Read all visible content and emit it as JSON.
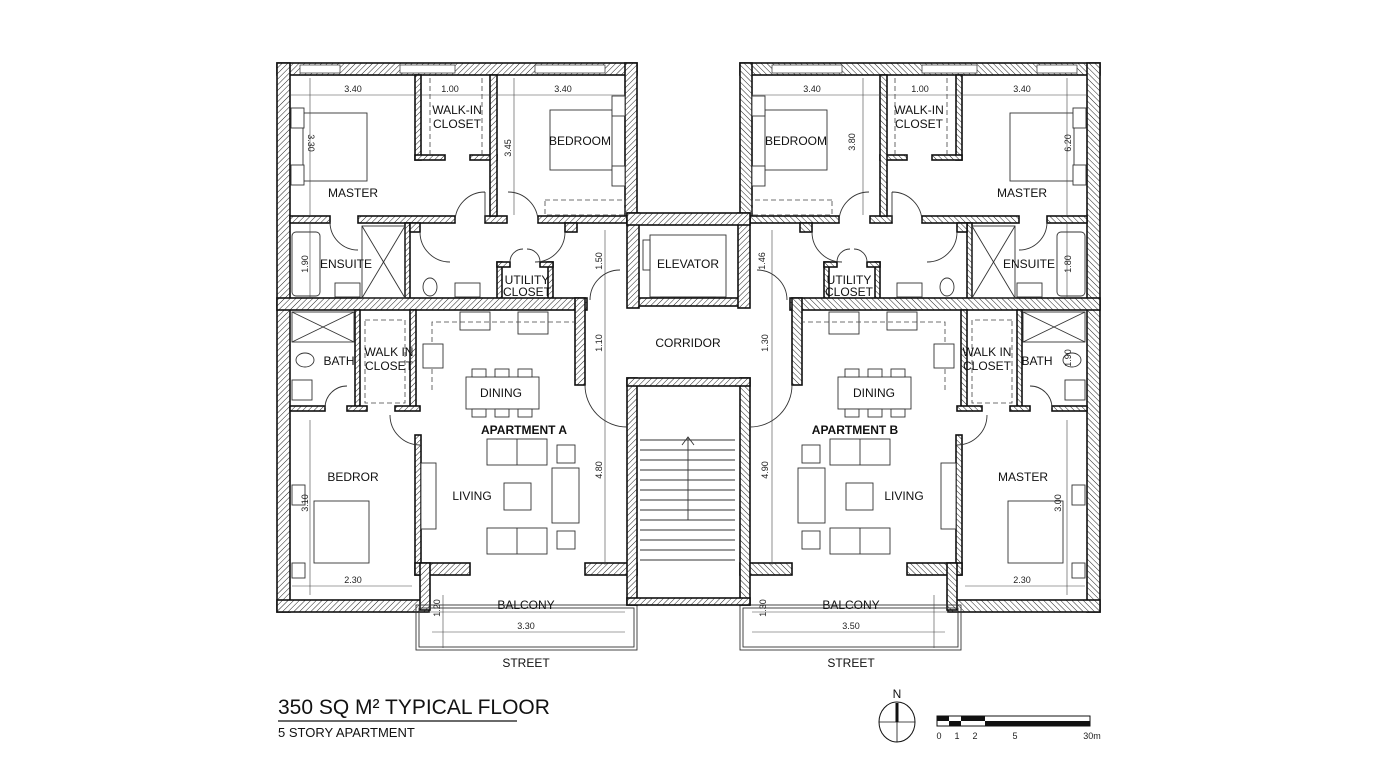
{
  "title": "350 SQ M² TYPICAL FLOOR",
  "subtitle": "5 STORY APARTMENT",
  "north_label": "N",
  "scale_bar": {
    "ticks": [
      "0",
      "1",
      "2",
      "5",
      "30m"
    ]
  },
  "core": {
    "elevator": "ELEVATOR",
    "corridor": "CORRIDOR"
  },
  "apartment_a": {
    "label": "APARTMENT A",
    "rooms": {
      "master": "MASTER",
      "walk_in_closet_top": [
        "WALK-IN",
        "CLOSET"
      ],
      "bedroom": "BEDROOM",
      "ensuite": "ENSUITE",
      "utility_closet": [
        "UTILITY",
        "CLOSET"
      ],
      "bath": "BATH",
      "walk_in_closet": [
        "WALK IN",
        "CLOSET"
      ],
      "dining": "DINING",
      "living": "LIVING",
      "bedroom_2": "BEDROR",
      "balcony": "BALCONY",
      "street": "STREET"
    },
    "dimensions": {
      "master_width": "3.40",
      "closet_width": "1.00",
      "bedroom_width": "3.40",
      "master_depth": "3.30",
      "bedroom_depth": "3.45",
      "ensuite_depth": "1.90",
      "hall_depth": "1.50",
      "corridor_depth": "1.10",
      "living_depth": "4.80",
      "bedroom_2_depth": "3.10",
      "bedroom_2_width": "2.30",
      "balcony_depth": "1.20",
      "balcony_width": "3.30"
    }
  },
  "apartment_b": {
    "label": "APARTMENT B",
    "rooms": {
      "master": "MASTER",
      "walk_in_closet_top": [
        "WALK-IN",
        "CLOSET"
      ],
      "bedroom": "BEDROOM",
      "ensuite": "ENSUITE",
      "utility_closet": [
        "UTILITY",
        "CLOSET"
      ],
      "bath": "BATH",
      "walk_in_closet": [
        "WALK IN",
        "CLOSET"
      ],
      "dining": "DINING",
      "living": "LIVING",
      "master_2": "MASTER",
      "balcony": "BALCONY",
      "street": "STREET"
    },
    "dimensions": {
      "bedroom_width": "3.40",
      "closet_width": "1.00",
      "master_width": "3.40",
      "bedroom_depth": "3.80",
      "master_depth": "6.20",
      "ensuite_depth": "1.80",
      "hall_depth": "1.46",
      "corridor_depth": "1.30",
      "bath_depth": "1.90",
      "living_depth": "4.90",
      "master_2_depth": "3.00",
      "master_2_width": "2.30",
      "balcony_depth": "1.30",
      "balcony_width": "3.50"
    }
  }
}
